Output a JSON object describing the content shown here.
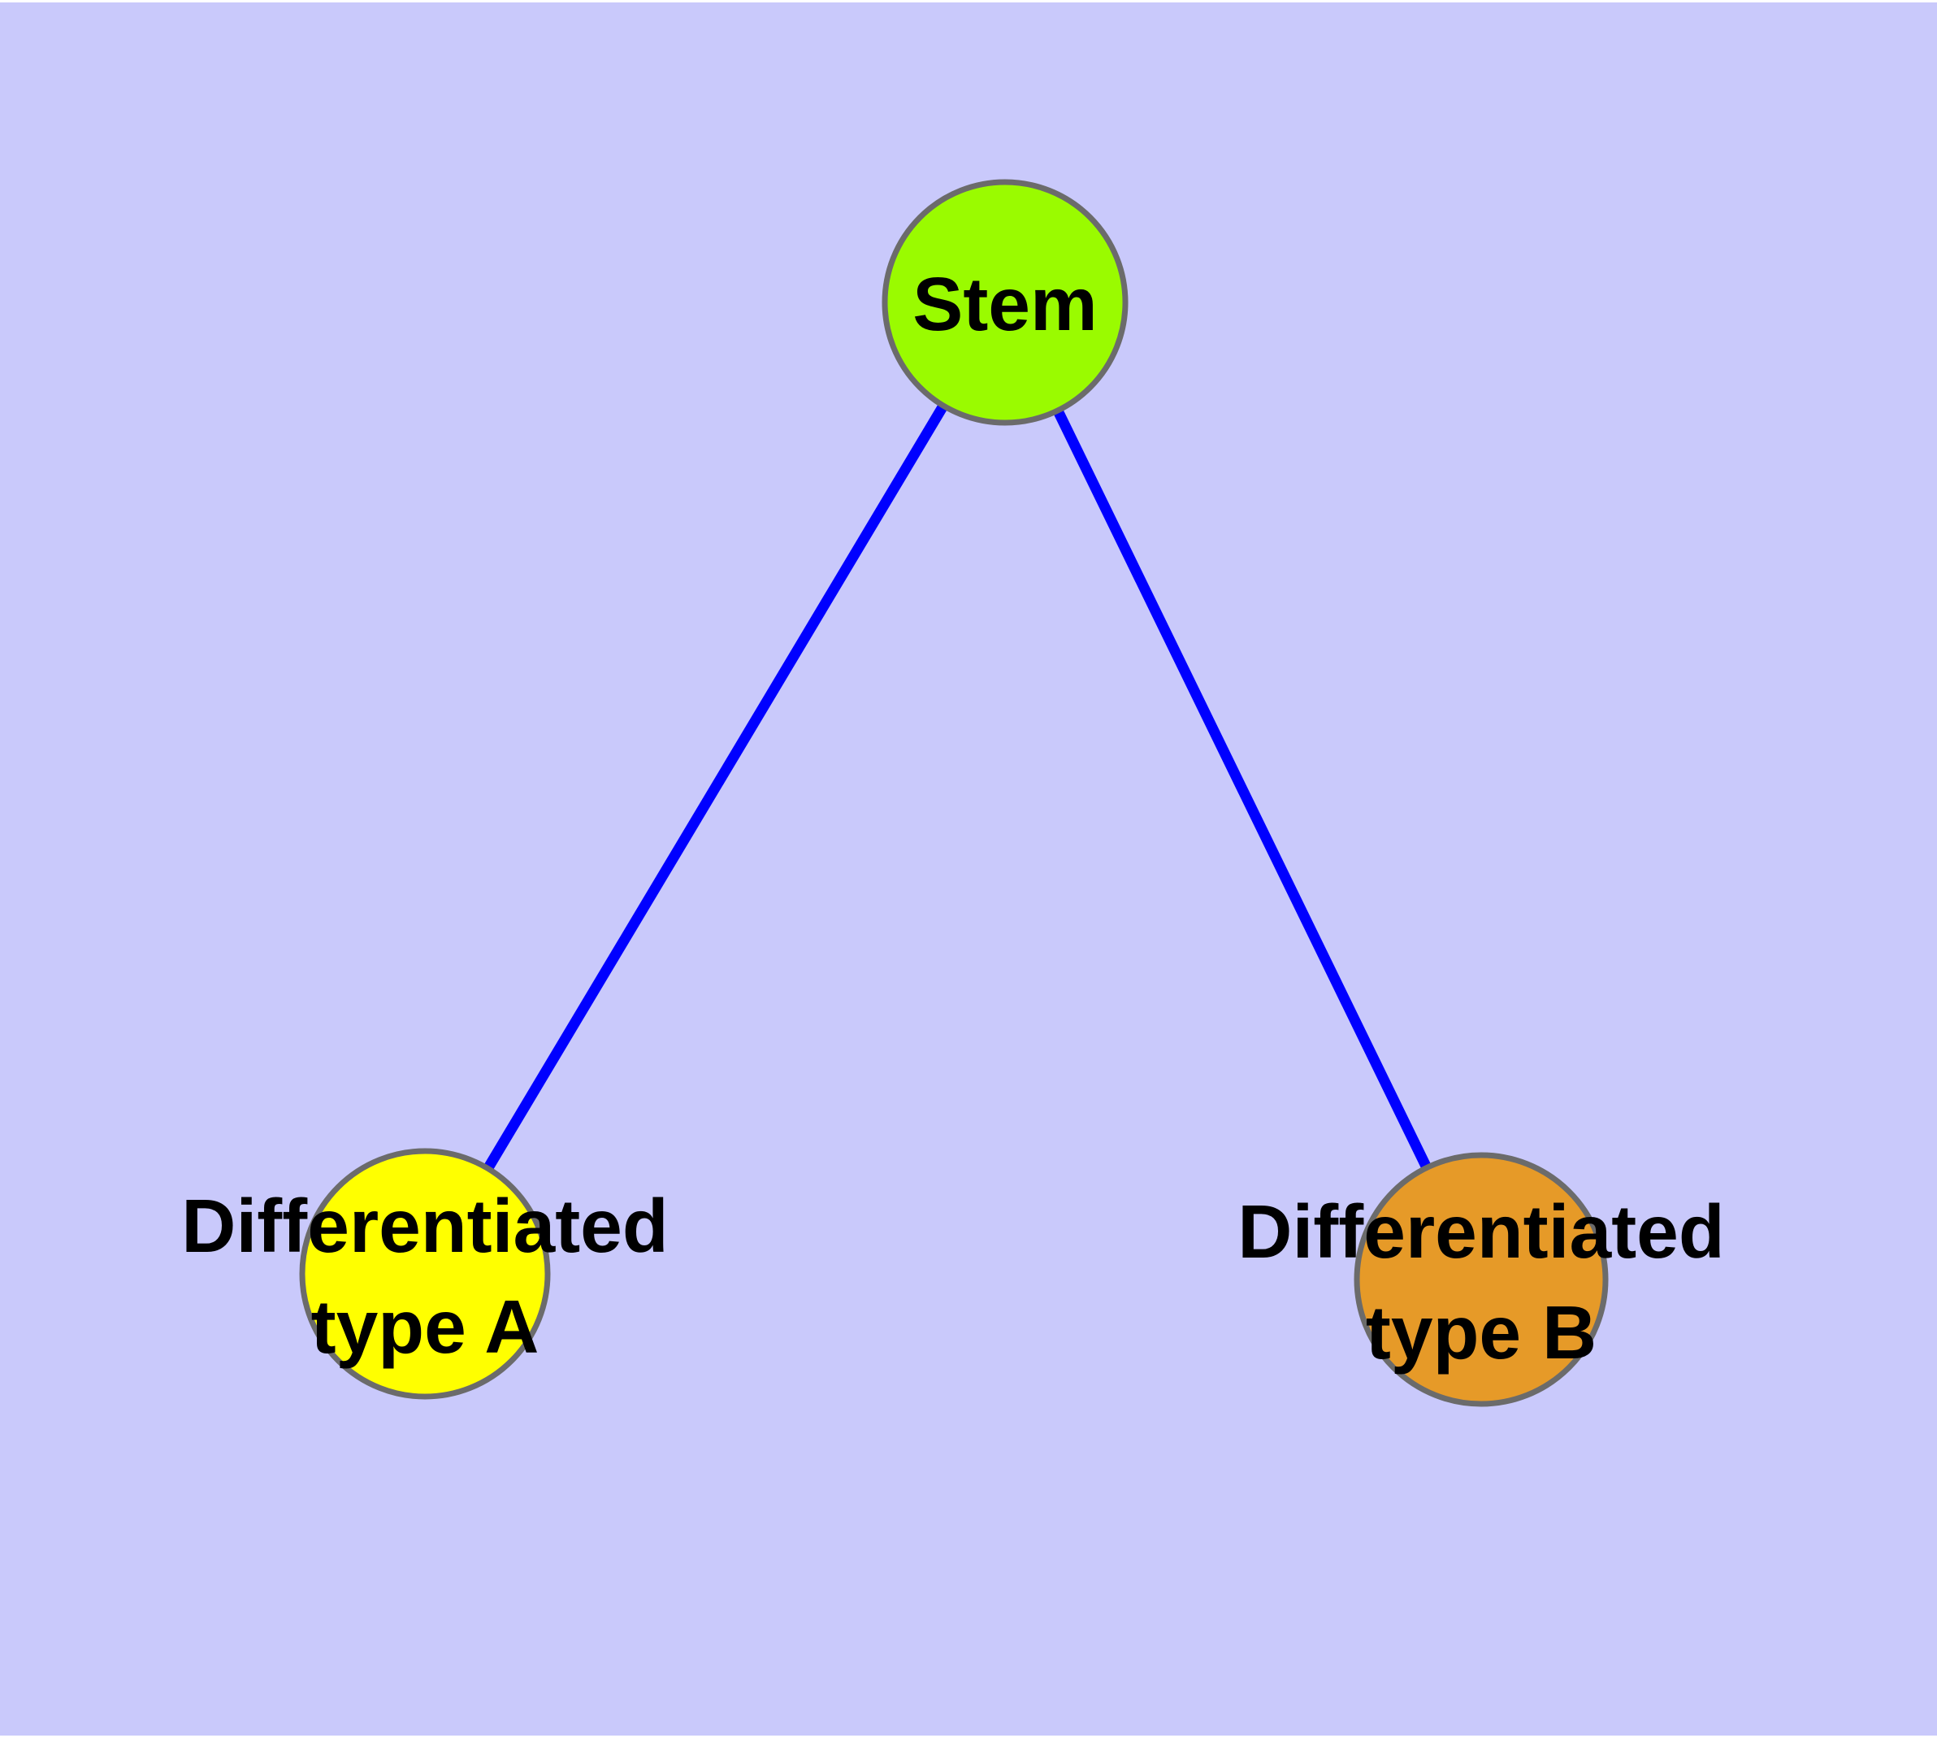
{
  "diagram": {
    "background_color": "#C9C9FB",
    "edge_color": "#0000FF",
    "node_border_color": "#6B6B6B",
    "text_color": "#000000",
    "nodes": [
      {
        "id": "stem",
        "label": "Stem",
        "fill": "#9AFB00"
      },
      {
        "id": "differentiated-type-a",
        "label_line1": "Differentiated",
        "label_line2": "type A",
        "fill": "#FFFF00"
      },
      {
        "id": "differentiated-type-b",
        "label_line1": "Differentiated",
        "label_line2": "type B",
        "fill": "#E69A28"
      }
    ],
    "edges": [
      {
        "from": "Stem",
        "to": "Differentiated type A"
      },
      {
        "from": "Stem",
        "to": "Differentiated type B"
      }
    ]
  }
}
